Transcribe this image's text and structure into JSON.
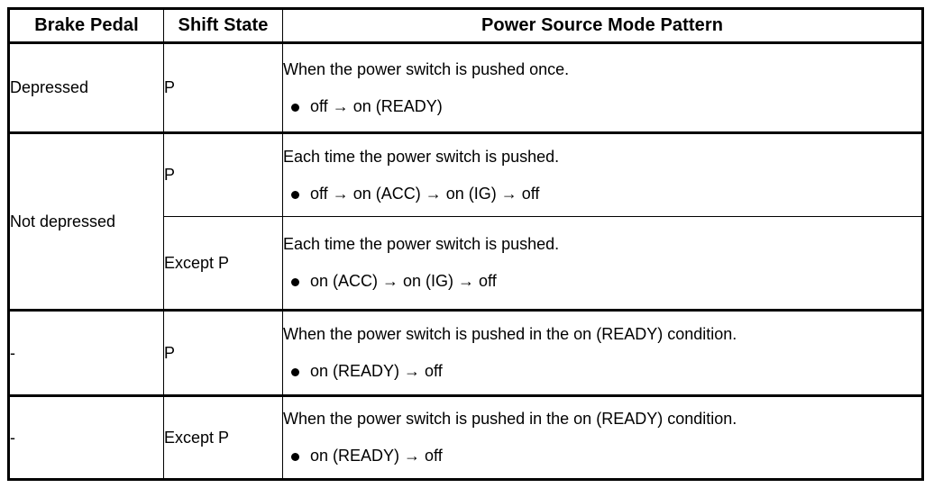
{
  "table": {
    "columns": [
      {
        "key": "brake_pedal",
        "label": "Brake Pedal"
      },
      {
        "key": "shift_state",
        "label": "Shift State"
      },
      {
        "key": "power_source_mode_pattern",
        "label": "Power Source Mode Pattern"
      }
    ],
    "rows": [
      {
        "brake_pedal": "Depressed",
        "shift_state": "P",
        "pattern_title": "When the power switch is pushed once.",
        "pattern_items": [
          "off → on (READY)"
        ]
      },
      {
        "brake_pedal": "Not depressed",
        "shift_state": "P",
        "pattern_title": "Each time the power switch is pushed.",
        "pattern_items": [
          "off → on (ACC) → on (IG) → off"
        ]
      },
      {
        "brake_pedal": "",
        "shift_state": "Except P",
        "pattern_title": "Each time the power switch is pushed.",
        "pattern_items": [
          "on (ACC) → on (IG) → off"
        ]
      },
      {
        "brake_pedal": "-",
        "shift_state": "P",
        "pattern_title": "When the power switch is pushed in the on (READY) condition.",
        "pattern_items": [
          "on (READY) → off"
        ]
      },
      {
        "brake_pedal": "-",
        "shift_state": "Except P",
        "pattern_title": "When the power switch is pushed in the on (READY) condition.",
        "pattern_items": [
          "on (READY) → off"
        ]
      }
    ]
  },
  "colors": {
    "border": "#000000",
    "background": "#ffffff",
    "text": "#000000"
  }
}
